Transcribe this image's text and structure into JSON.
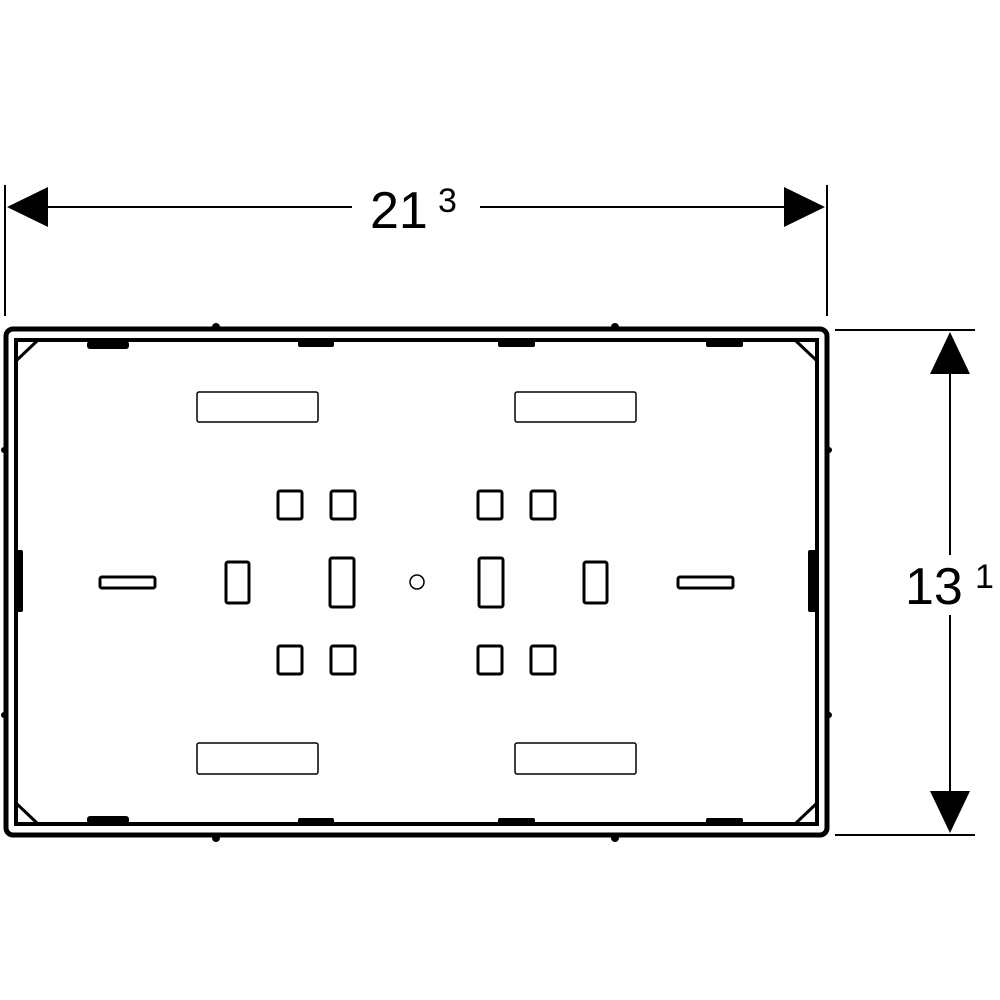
{
  "dimensions": {
    "width": {
      "value": "21",
      "superscript": "3"
    },
    "height": {
      "value": "13",
      "superscript": "1"
    }
  },
  "colors": {
    "stroke": "#000000",
    "background": "#ffffff"
  }
}
